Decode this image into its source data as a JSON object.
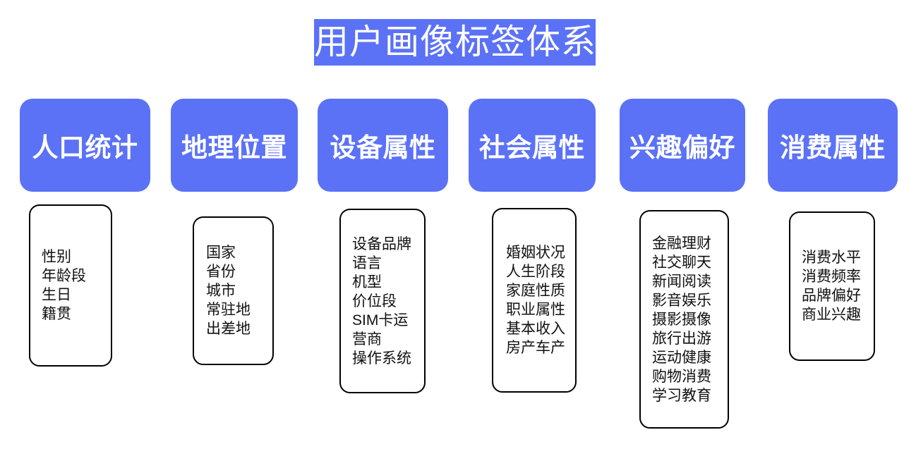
{
  "title": "用户画像标签体系",
  "colors": {
    "accent": "#5b72f6",
    "header_text": "#ffffff",
    "card_border": "#000000",
    "card_background": "#ffffff",
    "page_background": "#ffffff"
  },
  "columns": [
    {
      "header": "人口统计",
      "tags": [
        "性别",
        "年龄段",
        "生日",
        "籍贯"
      ]
    },
    {
      "header": "地理位置",
      "tags": [
        "国家",
        "省份",
        "城市",
        "常驻地",
        "出差地"
      ]
    },
    {
      "header": "设备属性",
      "tags": [
        "设备品牌",
        "语言",
        "机型",
        "价位段",
        "SIM卡运",
        "营商",
        "操作系统"
      ]
    },
    {
      "header": "社会属性",
      "tags": [
        "婚姻状况",
        "人生阶段",
        "家庭性质",
        "职业属性",
        "基本收入",
        "房产车产"
      ]
    },
    {
      "header": "兴趣偏好",
      "tags": [
        "金融理财",
        "社交聊天",
        "新闻阅读",
        "影音娱乐",
        "摄影摄像",
        "旅行出游",
        "运动健康",
        "购物消费",
        "学习教育"
      ]
    },
    {
      "header": "消费属性",
      "tags": [
        "消费水平",
        "消费频率",
        "品牌偏好",
        "商业兴趣"
      ]
    }
  ]
}
